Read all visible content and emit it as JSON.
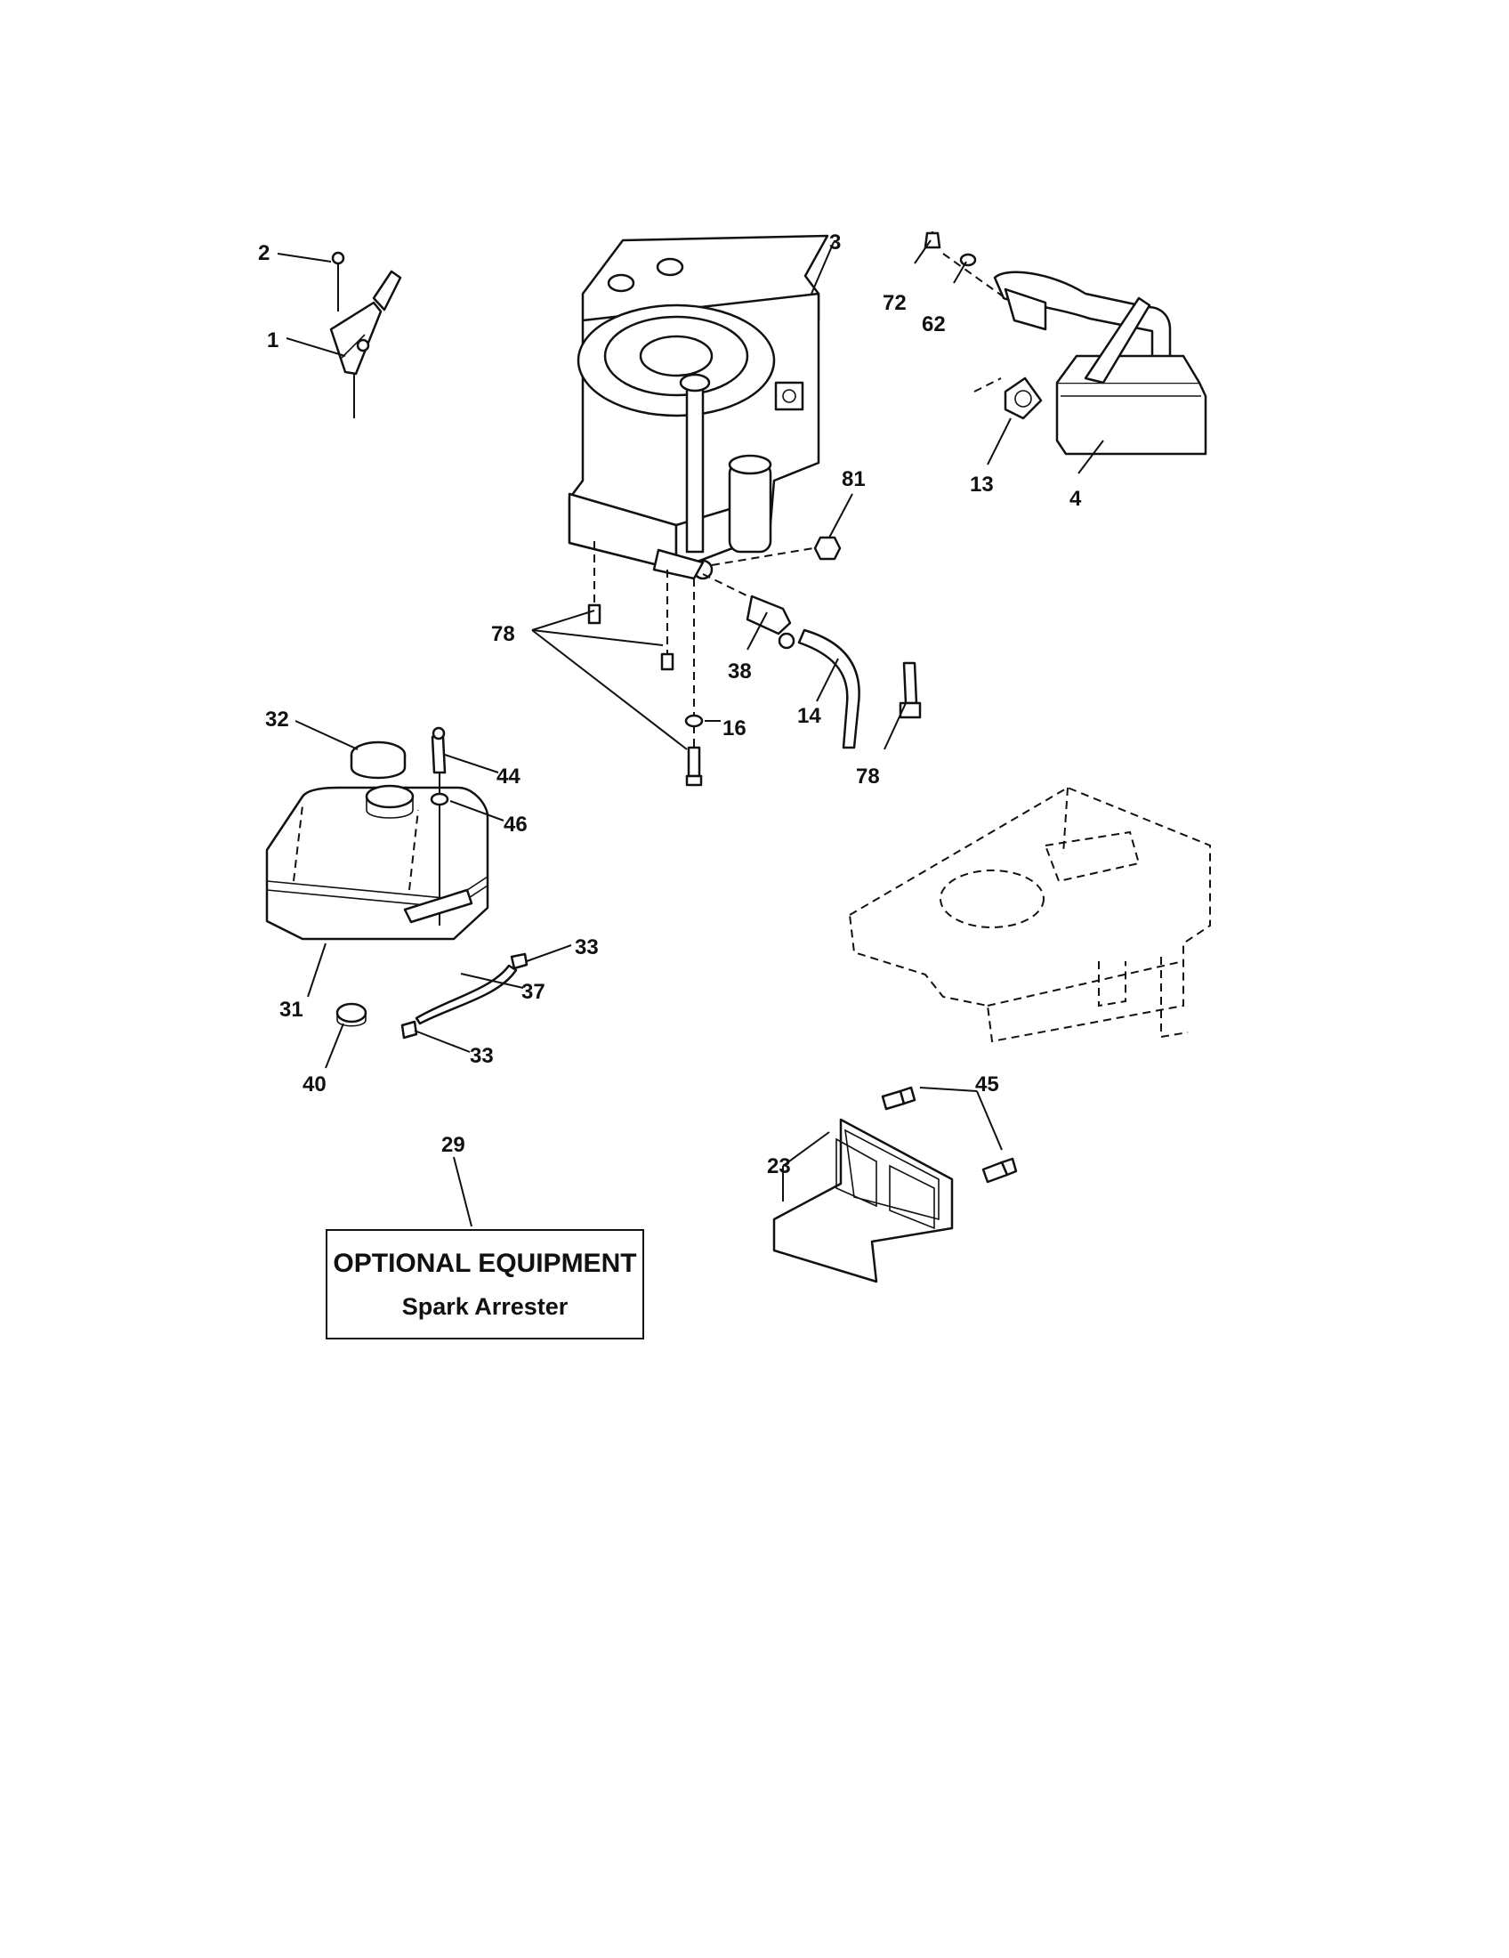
{
  "labels": {
    "p1": "1",
    "p2": "2",
    "p3": "3",
    "p4": "4",
    "p13": "13",
    "p14": "14",
    "p16": "16",
    "p23": "23",
    "p29": "29",
    "p31": "31",
    "p32": "32",
    "p33a": "33",
    "p33b": "33",
    "p37": "37",
    "p38": "38",
    "p40": "40",
    "p44": "44",
    "p45": "45",
    "p46": "46",
    "p62": "62",
    "p72": "72",
    "p78a": "78",
    "p78b": "78",
    "p81": "81"
  },
  "optional_box": {
    "title": "OPTIONAL EQUIPMENT",
    "subtitle": "Spark Arrester"
  }
}
